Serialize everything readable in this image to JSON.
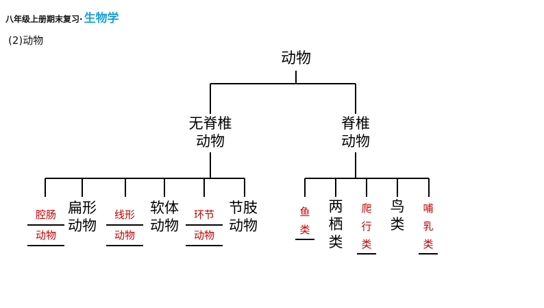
{
  "header": {
    "prefix": "八年级上册期末复习·",
    "subject": "生物学"
  },
  "section_title": "(2)动物",
  "tree": {
    "root": "动物",
    "invertebrate": {
      "line1": "无脊椎",
      "line2": "动物"
    },
    "vertebrate": {
      "line1": "脊椎",
      "line2": "动物"
    },
    "invertebrate_children": [
      {
        "line1": "腔肠",
        "line2": "动物",
        "answer": true
      },
      {
        "line1": "扁形",
        "line2": "动物",
        "answer": false
      },
      {
        "line1": "线形",
        "line2": "动物",
        "answer": true
      },
      {
        "line1": "软体",
        "line2": "动物",
        "answer": false
      },
      {
        "line1": "环节",
        "line2": "动物",
        "answer": true
      },
      {
        "line1": "节肢",
        "line2": "动物",
        "answer": false
      }
    ],
    "vertebrate_children": [
      {
        "chars": [
          "鱼",
          "类"
        ],
        "answer": true
      },
      {
        "chars": [
          "两",
          "栖",
          "类"
        ],
        "answer": false
      },
      {
        "chars": [
          "爬",
          "行",
          "类"
        ],
        "answer": true
      },
      {
        "chars": [
          "鸟",
          "类"
        ],
        "answer": false
      },
      {
        "chars": [
          "哺",
          "乳",
          "类"
        ],
        "answer": true
      }
    ]
  },
  "colors": {
    "answer": "#c00000",
    "subject": "#1aa0d8",
    "line": "#000000"
  }
}
